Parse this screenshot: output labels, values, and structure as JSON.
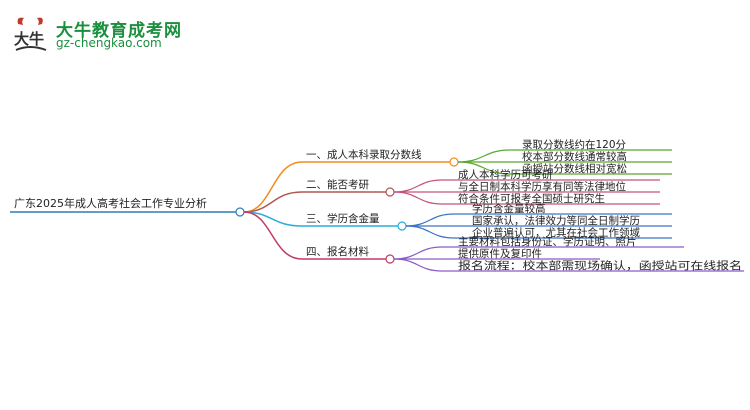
{
  "logo": {
    "title": "大牛教育成考网",
    "url": "gz-chengkao.com",
    "mark_text": "大牛"
  },
  "root": {
    "label": "广东2025年成人高考社会工作专业分析"
  },
  "branches": [
    {
      "label": "一、成人本科录取分数线",
      "color": "#f28c1e",
      "children": [
        "录取分数线约在120分",
        "校本部分数线通常较高",
        "函授站分数线相对宽松"
      ],
      "child_color": "#5aa832"
    },
    {
      "label": "二、能否考研",
      "color": "#b0574f",
      "children": [
        "成人本科学历可考研",
        "与全日制本科学历享有同等法律地位",
        "符合条件可报考全国硕士研究生"
      ],
      "child_color": "#c2547e"
    },
    {
      "label": "三、学历含金量",
      "color": "#2aaed8",
      "children": [
        "学历含金量较高",
        "国家承认，法律效力等同全日制学历",
        "企业普遍认可，尤其在社会工作领域"
      ],
      "child_color": "#3a73c8"
    },
    {
      "label": "四、报名材料",
      "color": "#c23a62",
      "children": [
        "主要材料包括身份证、学历证明、照片",
        "提供原件及复印件",
        "报名流程：校本部需现场确认，函授站可在线报名"
      ],
      "child_color": "#8a5cc8"
    }
  ]
}
